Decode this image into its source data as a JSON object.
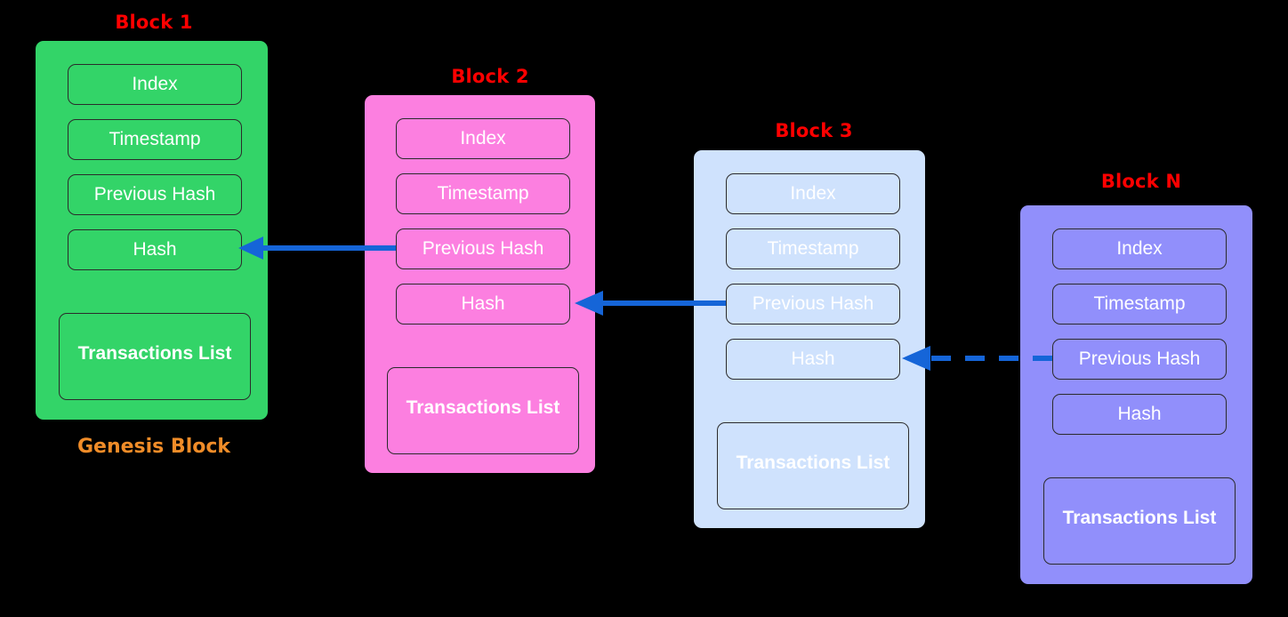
{
  "diagram": {
    "title_color": "#ff0000",
    "caption_color": "#f08c28",
    "arrow_color": "#1565d8",
    "background": "#000000",
    "field_labels": {
      "index": "Index",
      "timestamp": "Timestamp",
      "previous_hash": "Previous Hash",
      "hash": "Hash",
      "transactions": "Transactions List"
    },
    "genesis_caption": "Genesis Block",
    "blocks": [
      {
        "title": "Block 1",
        "color": "#33d468",
        "fields": [
          "Index",
          "Timestamp",
          "Previous Hash",
          "Hash"
        ],
        "transactions_label": "Transactions List"
      },
      {
        "title": "Block 2",
        "color": "#fc7fe0",
        "fields": [
          "Index",
          "Timestamp",
          "Previous Hash",
          "Hash"
        ],
        "transactions_label": "Transactions List"
      },
      {
        "title": "Block 3",
        "color": "#cfe2fd",
        "fields": [
          "Index",
          "Timestamp",
          "Previous Hash",
          "Hash"
        ],
        "transactions_label": "Transactions List"
      },
      {
        "title": "Block N",
        "color": "#918ffb",
        "fields": [
          "Index",
          "Timestamp",
          "Previous Hash",
          "Hash"
        ],
        "transactions_label": "Transactions List"
      }
    ],
    "links": [
      {
        "from": "Block 2 Previous Hash",
        "to": "Block 1 Hash",
        "style": "solid"
      },
      {
        "from": "Block 3 Previous Hash",
        "to": "Block 2 Hash",
        "style": "solid"
      },
      {
        "from": "Block N Previous Hash",
        "to": "Block 3 Hash",
        "style": "dashed"
      }
    ]
  }
}
